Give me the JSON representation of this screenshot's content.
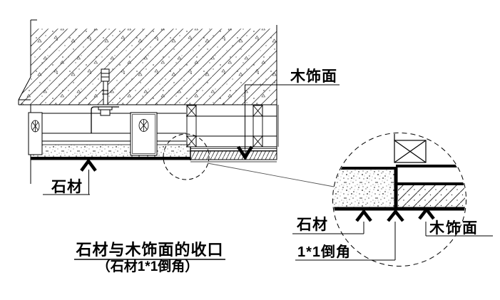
{
  "page": {
    "background": "#ffffff",
    "line_color": "#000000"
  },
  "title": {
    "line1": "石材与木饰面的收口",
    "line2": "（石材1*1倒角）"
  },
  "main_view": {
    "wood_veneer_label": "木饰面",
    "stone_label": "石材"
  },
  "detail_view": {
    "stone_label": "石材",
    "wood_veneer_label": "木饰面",
    "chamfer_label": "1*1倒角"
  }
}
